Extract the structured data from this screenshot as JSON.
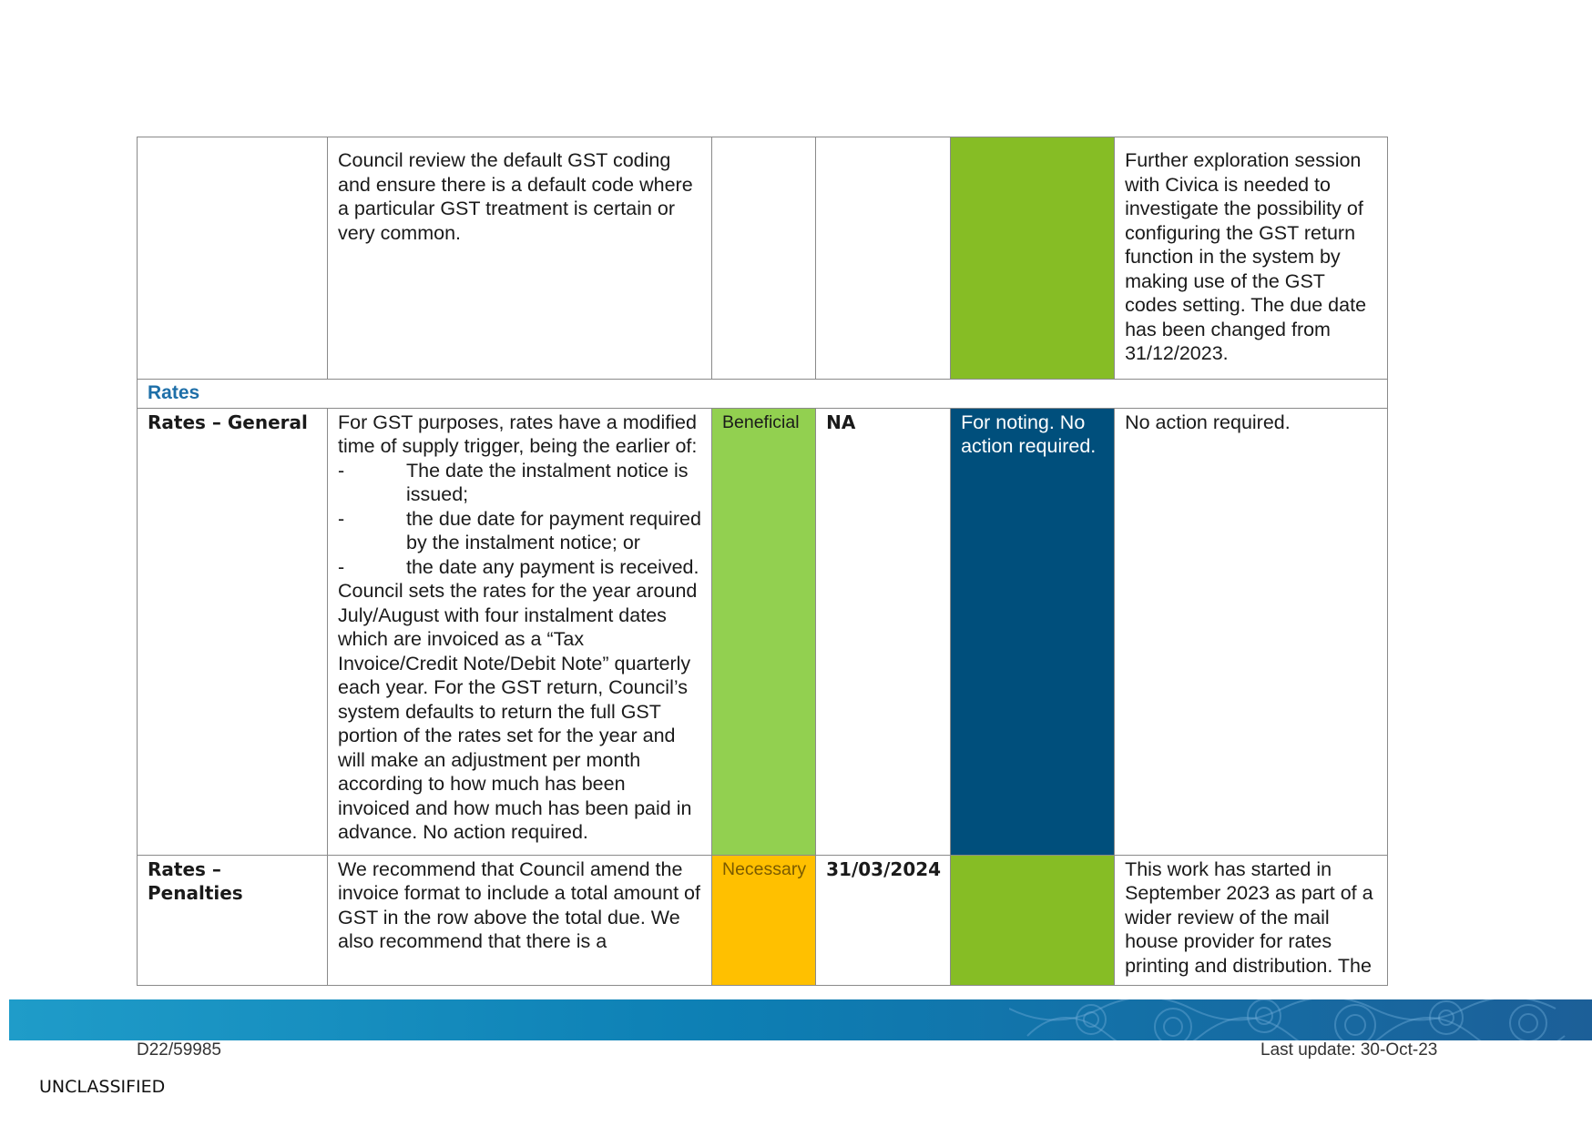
{
  "rows": {
    "gst_default": {
      "finding": "",
      "recommendation": "Council review the default GST coding and ensure there is a default code where a particular GST treatment is certain or very common.",
      "rating": "",
      "due_date": "",
      "status": "",
      "comments": "Further exploration session with Civica is needed to investigate the possibility of configuring the GST return function in the system by making use of the GST codes setting. The due date has been changed from 31/12/2023."
    },
    "section_title": "Rates",
    "rates_general": {
      "finding": "Rates – General",
      "intro": "For GST purposes, rates have a modified time of supply trigger, being the earlier of:",
      "bullets": [
        {
          "dash": "-",
          "text": "The date the instalment notice is issued;"
        },
        {
          "dash": "-",
          "text": "the due date for payment required by the instalment notice; or"
        },
        {
          "dash": "-",
          "text": "the date any payment is received."
        }
      ],
      "body": "Council sets the rates for the year around July/August with four instalment dates which are invoiced as a “Tax Invoice/Credit Note/Debit Note” quarterly each year. For the GST return, Council’s system defaults to return the full GST portion of the rates set for the year and will make an adjustment per month according to how much has been invoiced and how much has been paid in advance. No action required.",
      "rating": "Beneficial",
      "due_date": "NA",
      "status": "For noting. No action required.",
      "comments": "No action required."
    },
    "rates_penalties": {
      "finding": "Rates – Penalties",
      "recommendation": "We recommend that Council amend the invoice format to include a total amount of GST in the row above the total due. We also recommend that there is a",
      "rating": "Necessary",
      "due_date": "31/03/2024",
      "status": "",
      "comments": "This work has started in September 2023 as part of a wider review of the mail house provider for rates printing and distribution.  The"
    }
  },
  "footer": {
    "doc_ref": "D22/59985",
    "last_update": "Last update: 30-Oct-23",
    "classification": "UNCLASSIFIED"
  },
  "colors": {
    "status_green": "#86bd25",
    "rating_beneficial": "#92d050",
    "rating_necessary": "#ffc000",
    "status_navy": "#004f7c",
    "section_title": "#1e6fa8"
  }
}
